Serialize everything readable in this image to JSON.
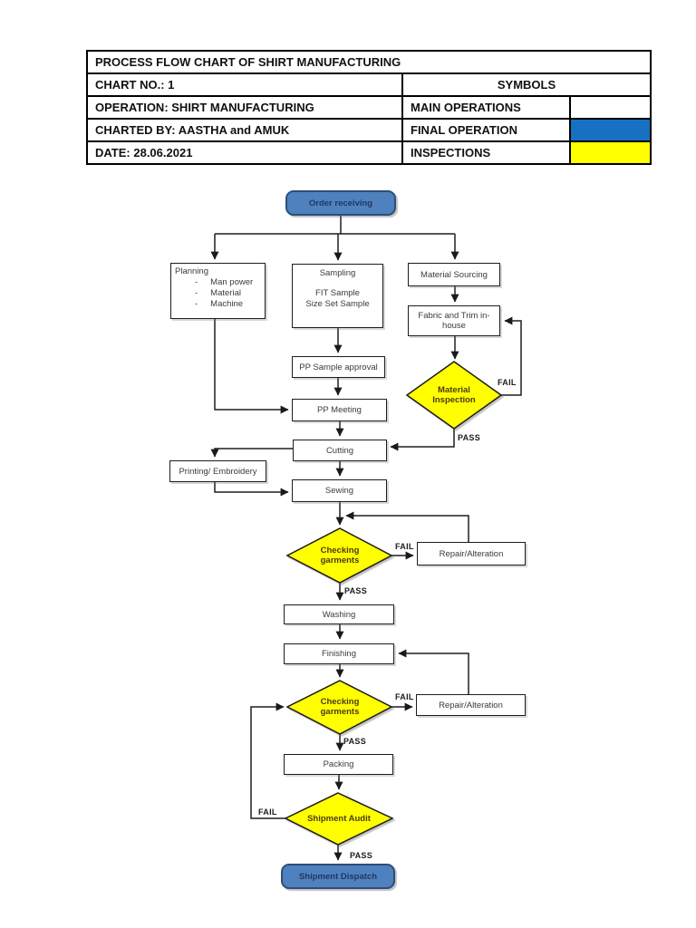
{
  "header": {
    "title": "PROCESS FLOW CHART OF SHIRT MANUFACTURING",
    "chart_no": "CHART NO.: 1",
    "symbols_title": "SYMBOLS",
    "operation": "OPERATION: SHIRT MANUFACTURING",
    "charted_by": "CHARTED BY: AASTHA and AMUK",
    "date": "DATE: 28.06.2021",
    "legend": [
      {
        "label": "MAIN OPERATIONS",
        "color": "#FFFFFF"
      },
      {
        "label": "FINAL OPERATION",
        "color": "#1770C2"
      },
      {
        "label": "INSPECTIONS",
        "color": "#FFFF00"
      }
    ]
  },
  "flow": {
    "colors": {
      "terminal_fill": "#4E81BD",
      "terminal_border": "#2E4E79",
      "terminal_text": "#1F3864",
      "inspection_yellow": "#FFFF00",
      "line": "#1F1F1F"
    },
    "nodes": {
      "order_receiving": {
        "label": "Order receiving"
      },
      "planning": {
        "title": "Planning",
        "items": [
          "Man power",
          "Material",
          "Machine"
        ]
      },
      "sampling": {
        "title": "Sampling",
        "lines": [
          "FIT Sample",
          "Size Set Sample"
        ]
      },
      "material_sourcing": {
        "label": "Material Sourcing"
      },
      "fabric_trim": {
        "label": "Fabric and Trim in-house"
      },
      "pp_sample_approval": {
        "label": "PP Sample approval"
      },
      "pp_meeting": {
        "label": "PP Meeting"
      },
      "material_inspection": {
        "label": "Material Inspection"
      },
      "cutting": {
        "label": "Cutting"
      },
      "printing_embroidery": {
        "label": "Printing/ Embroidery"
      },
      "sewing": {
        "label": "Sewing"
      },
      "checking_garments_1": {
        "label": "Checking garments"
      },
      "repair_alteration_1": {
        "label": "Repair/Alteration"
      },
      "washing": {
        "label": "Washing"
      },
      "finishing": {
        "label": "Finishing"
      },
      "checking_garments_2": {
        "label": "Checking garments"
      },
      "repair_alteration_2": {
        "label": "Repair/Alteration"
      },
      "packing": {
        "label": "Packing"
      },
      "shipment_audit": {
        "label": "Shipment Audit"
      },
      "shipment_dispatch": {
        "label": "Shipment Dispatch"
      }
    },
    "labels": {
      "fail": "FAIL",
      "pass": "PASS"
    }
  }
}
